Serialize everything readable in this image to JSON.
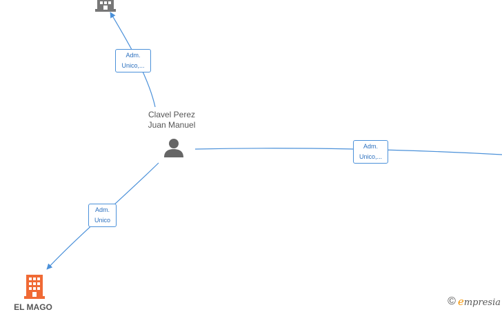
{
  "person": {
    "name_line1": "Clavel Perez",
    "name_line2": "Juan Manuel",
    "icon": "person-icon"
  },
  "companies": [
    {
      "id": "top",
      "name": "",
      "icon": "building-icon",
      "color": "#777777"
    },
    {
      "id": "el-mago",
      "name": "EL MAGO",
      "icon": "building-icon",
      "color": "#f06a35"
    }
  ],
  "relations": [
    {
      "id": "rel-top",
      "line1": "Adm.",
      "line2": "Unico,..."
    },
    {
      "id": "rel-right",
      "line1": "Adm.",
      "line2": "Unico,..."
    },
    {
      "id": "rel-el-mago",
      "line1": "Adm.",
      "line2": "Unico"
    }
  ],
  "colors": {
    "edge": "#4a90d9",
    "label_text": "#2a6fbe"
  },
  "brand": {
    "copyright": "©",
    "initial": "e",
    "name": "mpresia"
  }
}
